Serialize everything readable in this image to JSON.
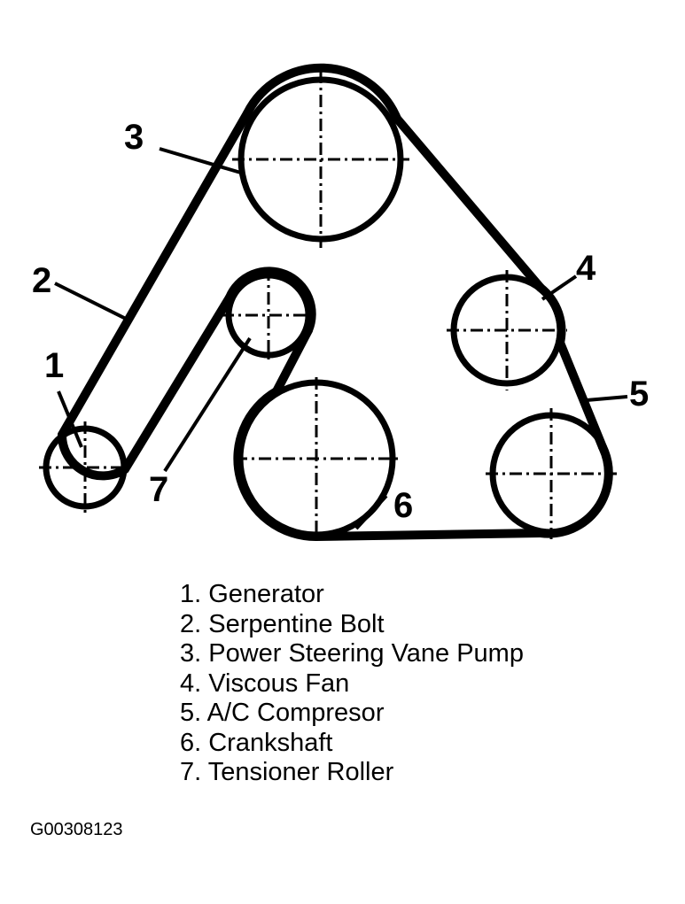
{
  "diagram": {
    "callouts": [
      "1",
      "2",
      "3",
      "4",
      "5",
      "6",
      "7"
    ]
  },
  "legend": {
    "items": [
      "1. Generator",
      "2. Serpentine Bolt",
      "3. Power Steering Vane Pump",
      "4. Viscous Fan",
      "5. A/C Compresor",
      "6. Crankshaft",
      "7. Tensioner Roller"
    ]
  },
  "figure_code": "G00308123"
}
